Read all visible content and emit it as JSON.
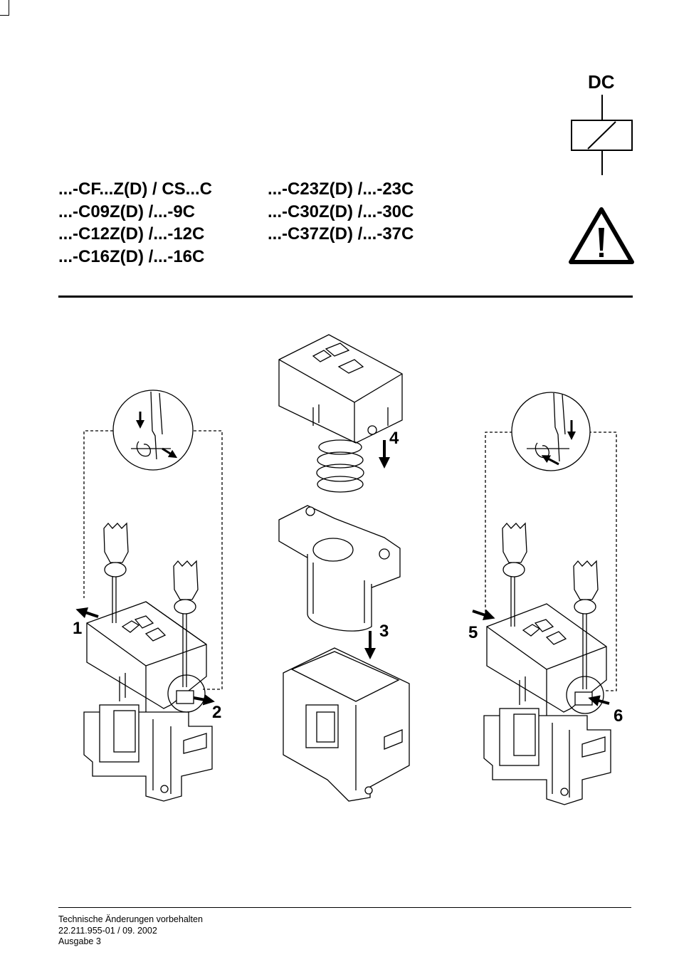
{
  "header": {
    "current_type": "DC",
    "models_left": [
      "...-CF...Z(D) / CS...C",
      "...-C09Z(D) /...-9C",
      "...-C12Z(D) /...-12C",
      "...-C16Z(D) /...-16C"
    ],
    "models_right": [
      "...-C23Z(D) /...-23C",
      "...-C30Z(D) /...-30C",
      "...-C37Z(D) /...-37C"
    ]
  },
  "steps": [
    "1",
    "2",
    "3",
    "4",
    "5",
    "6"
  ],
  "footer": {
    "line1": "Technische Änderungen vorbehalten",
    "line2": "22.211.955-01 / 09. 2002",
    "line3": "Ausgabe 3"
  },
  "icons": [
    "dc-coil-symbol-icon",
    "warning-icon",
    "screwdriver-icon",
    "arrow-icon"
  ]
}
